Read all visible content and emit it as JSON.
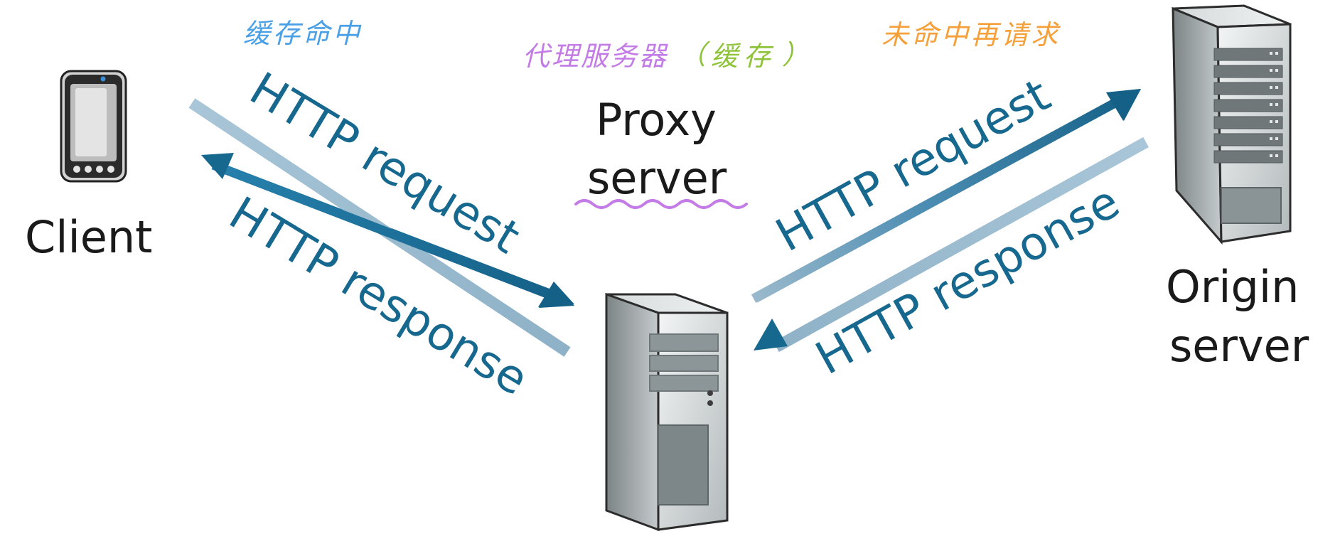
{
  "annotations": {
    "cache_hit": "缓存命中",
    "proxy_cn": "代理服务器",
    "paren_open": "（",
    "cache_cn": "缓存",
    "paren_close": "）",
    "miss_rerequest": "未命中再请求"
  },
  "nodes": {
    "client_label": "Client",
    "proxy_label_line1": "Proxy",
    "proxy_label_line2": "server",
    "origin_label_line1": "Origin",
    "origin_label_line2": "server"
  },
  "arrows": {
    "left_request": "HTTP request",
    "left_response": "HTTP response",
    "right_request": "HTTP request",
    "right_response": "HTTP response"
  },
  "colors": {
    "arrow_dark": "#17688f",
    "arrow_light": "#9bbcd0",
    "cache_hit_blue": "#4aa0e6",
    "proxy_cn_purple": "#c37be6",
    "cache_cn_green": "#8fc43a",
    "miss_orange": "#f5a03a",
    "squiggle_purple": "#c37be6"
  },
  "icons": {
    "client": "smartphone-icon",
    "proxy": "tower-server-icon",
    "origin": "rack-server-icon"
  }
}
